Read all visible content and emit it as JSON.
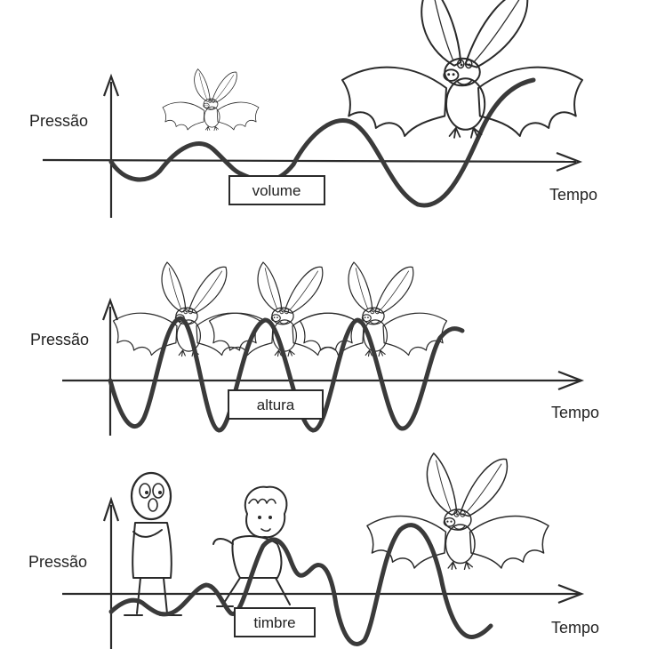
{
  "panels": [
    {
      "y_label": "Pressão",
      "x_label": "Tempo",
      "box_label": "volume"
    },
    {
      "y_label": "Pressão",
      "x_label": "Tempo",
      "box_label": "altura"
    },
    {
      "y_label": "Pressão",
      "x_label": "Tempo",
      "box_label": "timbre"
    }
  ],
  "icons": [
    "small-bat-icon",
    "large-bat-icon",
    "bat-icon",
    "bald-man-icon",
    "curly-haired-boy-icon"
  ]
}
